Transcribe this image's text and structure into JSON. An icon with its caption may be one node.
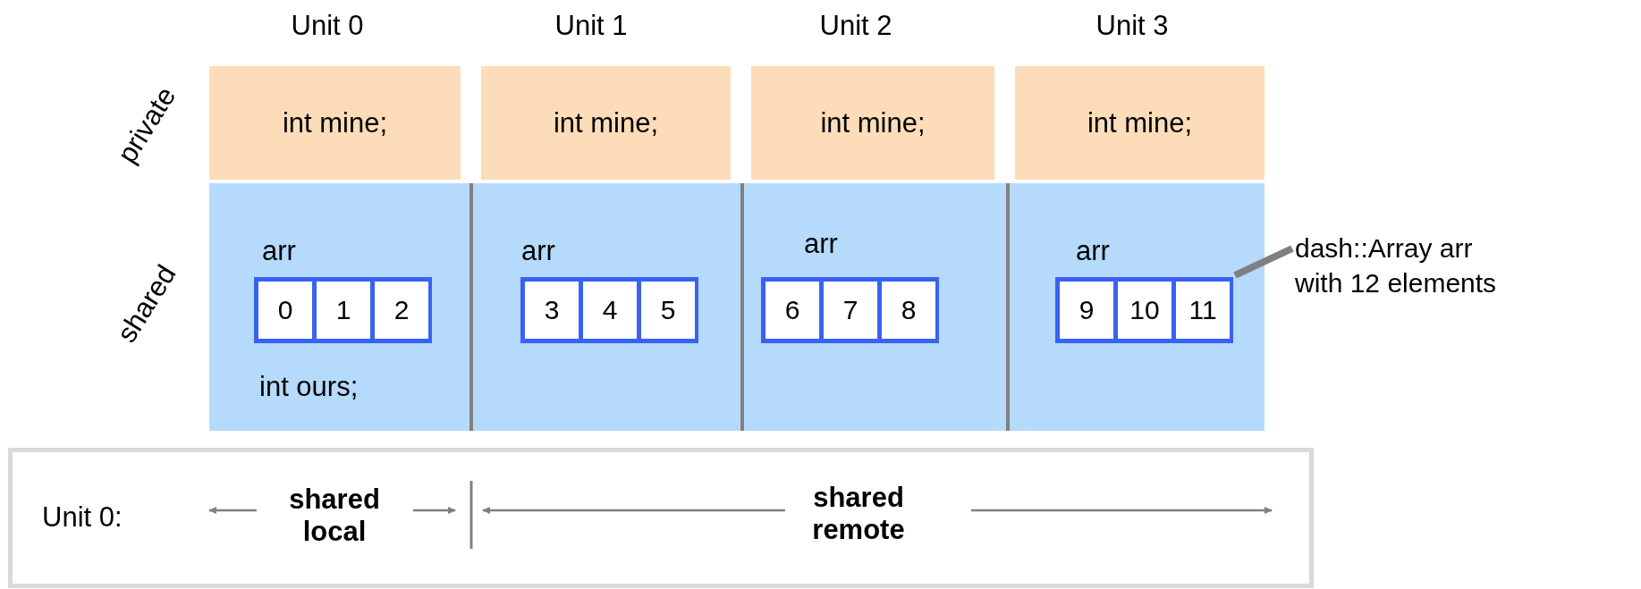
{
  "diagram": {
    "nodes": [
      {
        "text": [
          "int mine;"
        ]
      },
      {
        "text": [
          "int mine;"
        ]
      },
      {
        "text": [
          "int mine;"
        ]
      },
      {
        "text": [
          "int mine;"
        ]
      },
      {
        "text": [],
        "shape": "box"
      },
      {
        "text": [],
        "shape": "box",
        "in": 4
      },
      {
        "text": [],
        "shape": "box",
        "in": 4
      },
      {
        "text": [],
        "shape": "box",
        "in": 4
      },
      {
        "text": [],
        "shape": "box",
        "in": 4
      },
      {
        "text": [
          "0"
        ],
        "in": 5
      },
      {
        "text": [
          "1"
        ],
        "in": 5
      },
      {
        "text": [
          "2"
        ],
        "in": 5
      },
      {
        "text": [
          "3"
        ],
        "in": 6
      },
      {
        "text": [
          "4"
        ],
        "in": 6
      },
      {
        "text": [
          "5"
        ],
        "in": 6
      },
      {
        "text": [
          "6"
        ],
        "in": 7
      },
      {
        "text": [
          "7"
        ],
        "in": 7
      },
      {
        "text": [
          "8"
        ],
        "in": 7
      },
      {
        "text": [
          "9"
        ],
        "in": 8
      },
      {
        "text": [
          "10"
        ],
        "in": 8
      },
      {
        "text": [
          "11"
        ],
        "in": 8
      },
      {
        "text": [
          "dash::Array arr with 12 elements"
        ]
      },
      {
        "text": [],
        "shape": "box"
      }
    ],
    "edges": [
      {
        "from": 21,
        "to": 8,
        "arrow": "none"
      }
    ],
    "labels": [
      "Unit 0",
      "Unit 1",
      "Unit 2",
      "Unit 3",
      "private",
      "shared",
      "arr",
      "arr",
      "arr",
      "arr",
      "int ours;",
      "Unit 0:",
      "shared local",
      "shared remote"
    ]
  }
}
